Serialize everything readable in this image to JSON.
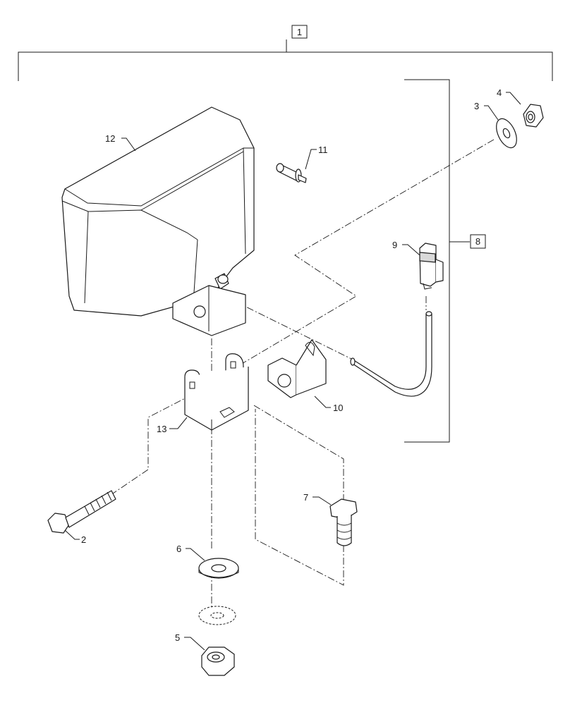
{
  "callouts": {
    "assembly": "1",
    "bolt": "2",
    "washer": "3",
    "nut": "4",
    "lock_nut": "5",
    "flat_washer": "6",
    "hex_bolt": "7",
    "harness_kit": "8",
    "connector": "9",
    "bracket_small": "10",
    "pin": "11",
    "lamp": "12",
    "bracket_u": "13"
  }
}
